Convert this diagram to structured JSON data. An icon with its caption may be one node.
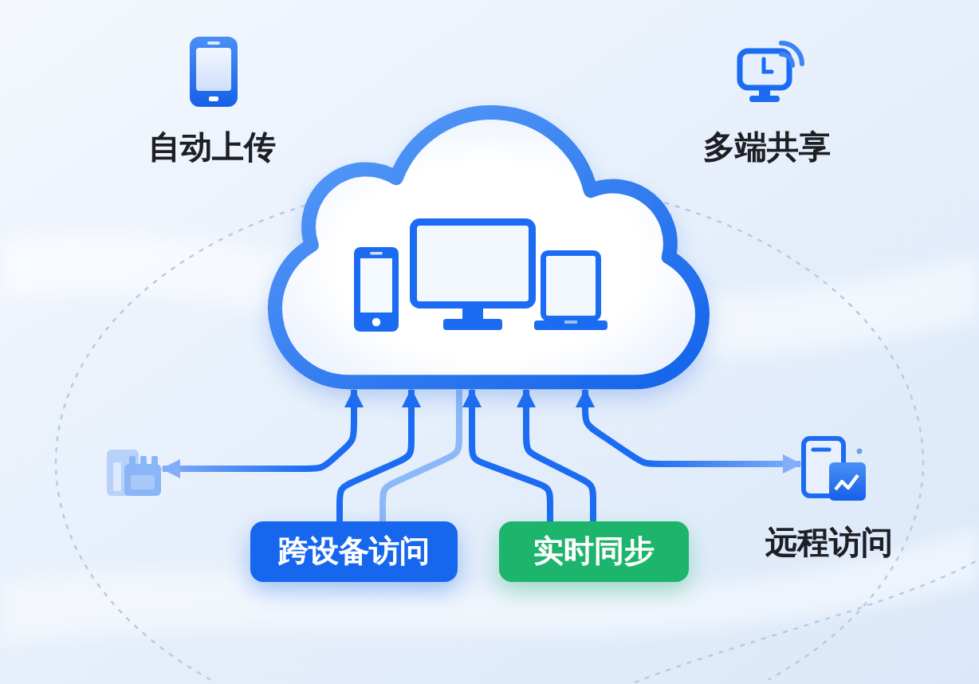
{
  "diagram": {
    "nodes": [
      {
        "text": [],
        "shape": "cloud"
      },
      {
        "text": [],
        "shape": "picture"
      },
      {
        "text": [],
        "shape": "picture",
        "beside": [
          "远程访问"
        ]
      },
      {
        "text": [
          "跨设备访问"
        ]
      },
      {
        "text": [
          "实时同步"
        ]
      }
    ],
    "edges": [
      {
        "from": 0,
        "to": 1,
        "arrow": "both"
      },
      {
        "from": 3,
        "to": 0,
        "arrow": "to"
      },
      {
        "from": 3,
        "to": 0,
        "arrow": "none",
        "color": "#8cb8f7"
      },
      {
        "from": 4,
        "to": 0,
        "arrow": "to"
      },
      {
        "from": 4,
        "to": 0,
        "arrow": "to"
      },
      {
        "from": 0,
        "to": 2,
        "arrow": "both"
      }
    ],
    "labels": [
      "自动上传",
      "多端共享"
    ]
  }
}
